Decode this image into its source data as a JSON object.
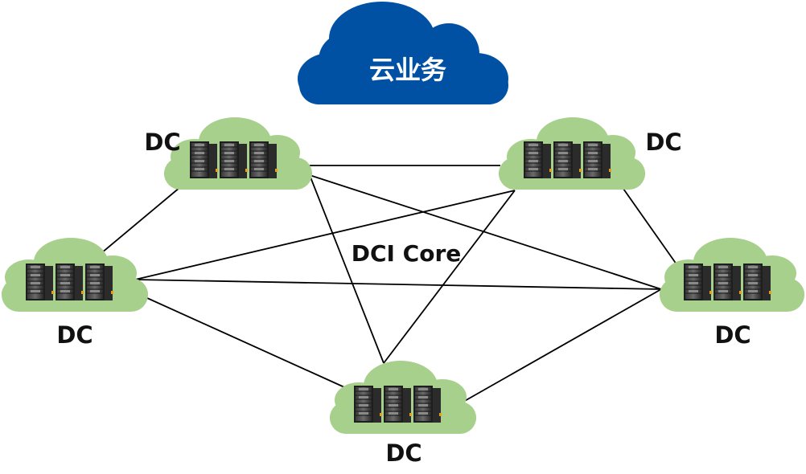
{
  "cloud_service": {
    "label": "云业务",
    "color": "#0050A4"
  },
  "core": {
    "label": "DCI Core"
  },
  "dc_cloud_color": "#A8D08D",
  "nodes": [
    {
      "id": "dc-top-left",
      "label": "DC"
    },
    {
      "id": "dc-top-right",
      "label": "DC"
    },
    {
      "id": "dc-left",
      "label": "DC"
    },
    {
      "id": "dc-right",
      "label": "DC"
    },
    {
      "id": "dc-bottom",
      "label": "DC"
    }
  ]
}
